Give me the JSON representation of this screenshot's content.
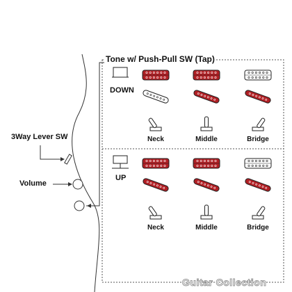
{
  "title": "Tone w/ Push-Pull SW (Tap)",
  "controls": {
    "lever_switch": "3Way Lever SW",
    "volume": "Volume"
  },
  "states": [
    {
      "label": "DOWN",
      "knob": "down",
      "neck": {
        "humbucker": "active",
        "single": "inactive"
      },
      "middle": {
        "humbucker": "active",
        "single": "active"
      },
      "bridge": {
        "humbucker": "inactive",
        "single": "active"
      }
    },
    {
      "label": "UP",
      "knob": "up",
      "neck": {
        "humbucker": "active",
        "single": "active"
      },
      "middle": {
        "humbucker": "active",
        "single": "active"
      },
      "bridge": {
        "humbucker": "inactive",
        "single": "active"
      }
    }
  ],
  "positions": [
    "Neck",
    "Middle",
    "Bridge"
  ],
  "watermark": "Guitar Collection",
  "colors": {
    "active": "#b01f24",
    "inactive": "#ffffff",
    "outline": "#222222",
    "box": "#555555"
  }
}
